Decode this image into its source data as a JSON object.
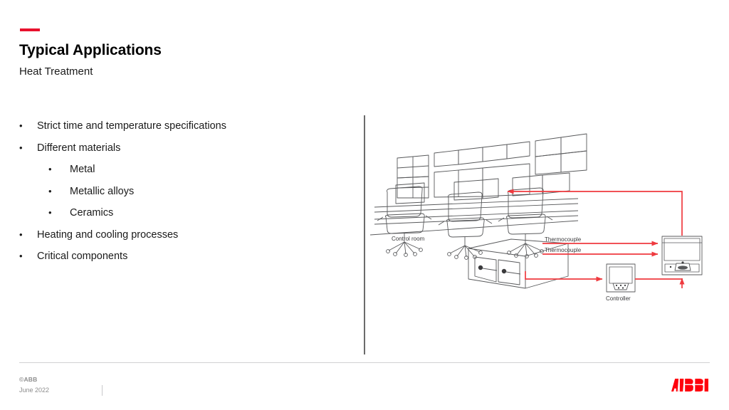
{
  "slide": {
    "title": "Typical Applications",
    "subtitle": "Heat Treatment",
    "accent_color": "#e8112d"
  },
  "bullets": [
    {
      "level": 1,
      "marker": "•",
      "text": "Strict time and temperature specifications"
    },
    {
      "level": 1,
      "marker": "•",
      "text": "Different materials"
    },
    {
      "level": 2,
      "marker": "•",
      "text": "Metal"
    },
    {
      "level": 2,
      "marker": "•",
      "text": "Metallic alloys"
    },
    {
      "level": 2,
      "marker": "•",
      "text": "Ceramics"
    },
    {
      "level": 1,
      "marker": "•",
      "text": "Heating and cooling processes"
    },
    {
      "level": 1,
      "marker": "•",
      "text": "Critical components"
    }
  ],
  "diagram": {
    "labels": {
      "control_room": "Control room",
      "thermocouple_upper": "Thermocouple",
      "thermocouple_lower": "Thermocouple",
      "controller": "Controller"
    },
    "signal_color": "#ef3a3f",
    "line_color": "#58595b"
  },
  "footer": {
    "copyright": "©ABB",
    "date": "June 2022",
    "logo_text": "ABB",
    "logo_color": "#ff000d"
  }
}
